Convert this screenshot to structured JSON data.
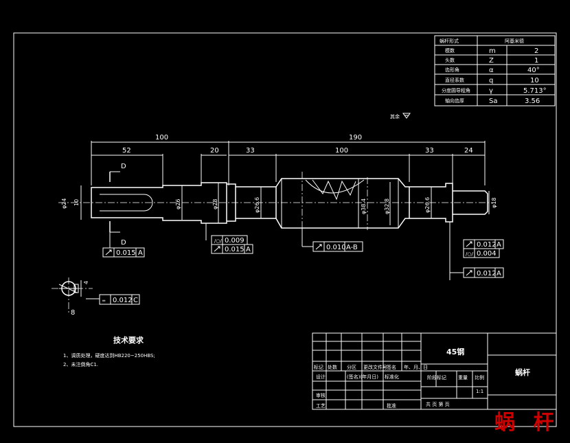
{
  "params_table": {
    "header": [
      "蜗杆形式",
      "阿基米德"
    ],
    "rows": [
      {
        "name": "模数",
        "sym": "m",
        "val": "2"
      },
      {
        "name": "头数",
        "sym": "Z",
        "val": "1"
      },
      {
        "name": "齿形角",
        "sym": "α",
        "val": "40°"
      },
      {
        "name": "直径系数",
        "sym": "q",
        "val": "10"
      },
      {
        "name": "分度圆导程角",
        "sym": "γ",
        "val": "5.713°"
      },
      {
        "name": "轴向齿厚",
        "sym": "Sa",
        "val": "3.56"
      }
    ]
  },
  "surface_note": "其余",
  "dimensions": {
    "top": [
      "100",
      "190"
    ],
    "mid": [
      "52",
      "20",
      "33",
      "100",
      "33",
      "24"
    ],
    "diam_key": "φ24",
    "diam_keyway": "10",
    "diam_26": "φ26",
    "diam_28": "φ28",
    "diam_266a": "φ26.6",
    "diam_384": "φ38.4",
    "diam_328": "φ32.8",
    "diam_266b": "φ26.6",
    "diam_18": "φ18",
    "section_width": "8",
    "section_depth": "4",
    "section_label": "D",
    "datum_a": "A",
    "datum_b": "B",
    "datum_c": "C"
  },
  "tolerances": {
    "left_runout": "0.015",
    "mid_cyl": "0.009",
    "mid_runout": "0.015",
    "worm_runout": "0.010",
    "worm_datum": "A-B",
    "right_runout": "0.012",
    "right_cyl": "0.004",
    "right2_runout": "0.012",
    "key_sym": "0.012"
  },
  "notes": {
    "title": "技术要求",
    "items": [
      "1、调质处理，硬度达到HB220~250HBS;",
      "2、未注倒角C1."
    ]
  },
  "title_block": {
    "material": "45钢",
    "part_name": "蜗杆",
    "headers": [
      "标记",
      "处数",
      "分区",
      "更改文件号",
      "签名",
      "年、月、日"
    ],
    "row_design": [
      "设计",
      "(签名)(年月日)",
      "标准化"
    ],
    "row_check": "审核",
    "row_process": "工艺",
    "row_approve": "批准",
    "stage_labels": [
      "阶段标记",
      "重量",
      "比例"
    ],
    "scale": "1:1",
    "sheets": "共 页 第 页"
  },
  "watermark": "蜗 杆"
}
